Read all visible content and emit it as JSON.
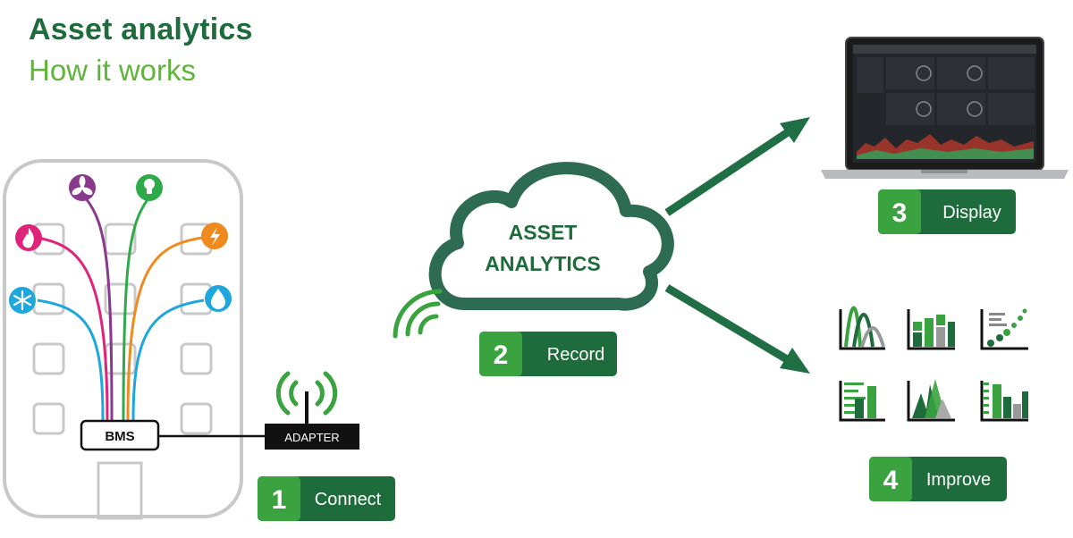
{
  "header": {
    "title": "Asset analytics",
    "subtitle": "How it works"
  },
  "building": {
    "bms_label": "BMS",
    "adapter_label": "ADAPTER"
  },
  "cloud": {
    "line1": "ASSET",
    "line2": "ANALYTICS"
  },
  "steps": [
    {
      "number": "1",
      "label": "Connect"
    },
    {
      "number": "2",
      "label": "Record"
    },
    {
      "number": "3",
      "label": "Display"
    },
    {
      "number": "4",
      "label": "Improve"
    }
  ],
  "icons": {
    "fan": "fan-icon",
    "light": "lightbulb-icon",
    "heating": "flame-icon",
    "electric": "electricity-icon",
    "cooling": "snowflake-icon",
    "water": "water-drop-icon"
  },
  "colors": {
    "dark_green": "#1e6b3c",
    "bright_green": "#3aa23f",
    "light_green": "#5fb43a",
    "arrow_green": "#1f6e44",
    "cloud_green": "#2e6b53",
    "fan_purple": "#8a3a8c",
    "heat_pink": "#e0237a",
    "elec_orange": "#ef8a1e",
    "cool_blue": "#1ea7dc",
    "water_blue": "#1ea7dc"
  }
}
